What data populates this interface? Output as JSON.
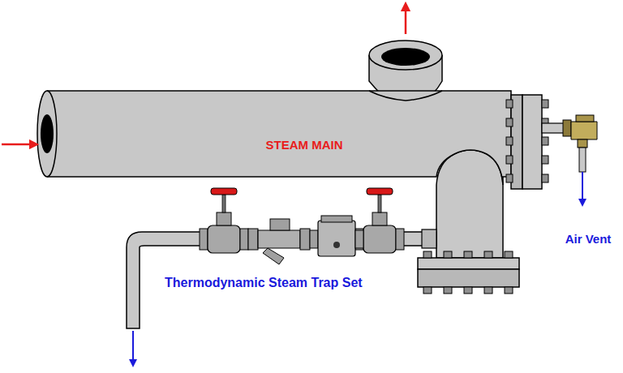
{
  "diagram": {
    "labels": [
      "STEAM MAIN",
      "Thermodynamic Steam Trap Set",
      "Air Vent"
    ]
  }
}
